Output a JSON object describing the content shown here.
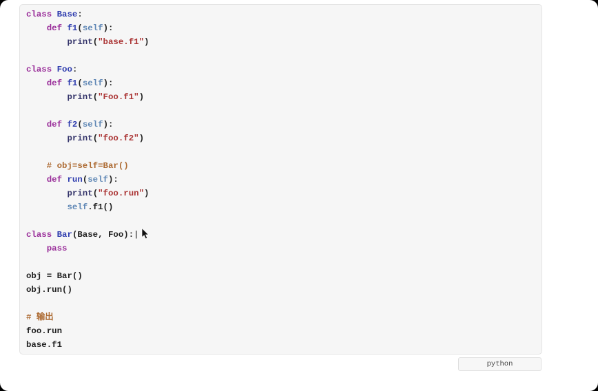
{
  "code_block": {
    "language_badge": "python",
    "colors": {
      "kw": "#9a2f9a",
      "name": "#2e3cae",
      "slf": "#5f87b5",
      "bi": "#34346a",
      "str": "#ab3535",
      "com": "#ad6b33",
      "txt": "#212121",
      "bg": "#f6f6f6",
      "border": "#e4e4e4"
    },
    "lines": [
      [
        {
          "t": "class",
          "c": "kw"
        },
        {
          "t": " ",
          "c": "txt"
        },
        {
          "t": "Base",
          "c": "name"
        },
        {
          "t": ":",
          "c": "txt"
        }
      ],
      [
        {
          "t": "    ",
          "c": "txt"
        },
        {
          "t": "def",
          "c": "kw"
        },
        {
          "t": " ",
          "c": "txt"
        },
        {
          "t": "f1",
          "c": "name"
        },
        {
          "t": "(",
          "c": "txt"
        },
        {
          "t": "self",
          "c": "slf"
        },
        {
          "t": "):",
          "c": "txt"
        }
      ],
      [
        {
          "t": "        ",
          "c": "txt"
        },
        {
          "t": "print",
          "c": "bi"
        },
        {
          "t": "(",
          "c": "txt"
        },
        {
          "t": "\"base.f1\"",
          "c": "str"
        },
        {
          "t": ")",
          "c": "txt"
        }
      ],
      [],
      [
        {
          "t": "class",
          "c": "kw"
        },
        {
          "t": " ",
          "c": "txt"
        },
        {
          "t": "Foo",
          "c": "name"
        },
        {
          "t": ":",
          "c": "txt"
        }
      ],
      [
        {
          "t": "    ",
          "c": "txt"
        },
        {
          "t": "def",
          "c": "kw"
        },
        {
          "t": " ",
          "c": "txt"
        },
        {
          "t": "f1",
          "c": "name"
        },
        {
          "t": "(",
          "c": "txt"
        },
        {
          "t": "self",
          "c": "slf"
        },
        {
          "t": "):",
          "c": "txt"
        }
      ],
      [
        {
          "t": "        ",
          "c": "txt"
        },
        {
          "t": "print",
          "c": "bi"
        },
        {
          "t": "(",
          "c": "txt"
        },
        {
          "t": "\"Foo.f1\"",
          "c": "str"
        },
        {
          "t": ")",
          "c": "txt"
        }
      ],
      [],
      [
        {
          "t": "    ",
          "c": "txt"
        },
        {
          "t": "def",
          "c": "kw"
        },
        {
          "t": " ",
          "c": "txt"
        },
        {
          "t": "f2",
          "c": "name"
        },
        {
          "t": "(",
          "c": "txt"
        },
        {
          "t": "self",
          "c": "slf"
        },
        {
          "t": "):",
          "c": "txt"
        }
      ],
      [
        {
          "t": "        ",
          "c": "txt"
        },
        {
          "t": "print",
          "c": "bi"
        },
        {
          "t": "(",
          "c": "txt"
        },
        {
          "t": "\"foo.f2\"",
          "c": "str"
        },
        {
          "t": ")",
          "c": "txt"
        }
      ],
      [],
      [
        {
          "t": "    ",
          "c": "txt"
        },
        {
          "t": "# obj=self=Bar()",
          "c": "com"
        }
      ],
      [
        {
          "t": "    ",
          "c": "txt"
        },
        {
          "t": "def",
          "c": "kw"
        },
        {
          "t": " ",
          "c": "txt"
        },
        {
          "t": "run",
          "c": "name"
        },
        {
          "t": "(",
          "c": "txt"
        },
        {
          "t": "self",
          "c": "slf"
        },
        {
          "t": "):",
          "c": "txt"
        }
      ],
      [
        {
          "t": "        ",
          "c": "txt"
        },
        {
          "t": "print",
          "c": "bi"
        },
        {
          "t": "(",
          "c": "txt"
        },
        {
          "t": "\"foo.run\"",
          "c": "str"
        },
        {
          "t": ")",
          "c": "txt"
        }
      ],
      [
        {
          "t": "        ",
          "c": "txt"
        },
        {
          "t": "self",
          "c": "slf"
        },
        {
          "t": ".f1()",
          "c": "txt"
        }
      ],
      [],
      [
        {
          "t": "class",
          "c": "kw"
        },
        {
          "t": " ",
          "c": "txt"
        },
        {
          "t": "Bar",
          "c": "name"
        },
        {
          "t": "(Base, Foo):",
          "c": "txt"
        },
        {
          "t": "|",
          "c": "caret"
        }
      ],
      [
        {
          "t": "    ",
          "c": "txt"
        },
        {
          "t": "pass",
          "c": "kw"
        }
      ],
      [],
      [
        {
          "t": "obj = Bar()",
          "c": "txt"
        }
      ],
      [
        {
          "t": "obj.run()",
          "c": "txt"
        }
      ],
      [],
      [
        {
          "t": "# 输出",
          "c": "com"
        }
      ],
      [
        {
          "t": "foo.run",
          "c": "txt"
        }
      ],
      [
        {
          "t": "base.f1",
          "c": "txt"
        }
      ]
    ]
  }
}
